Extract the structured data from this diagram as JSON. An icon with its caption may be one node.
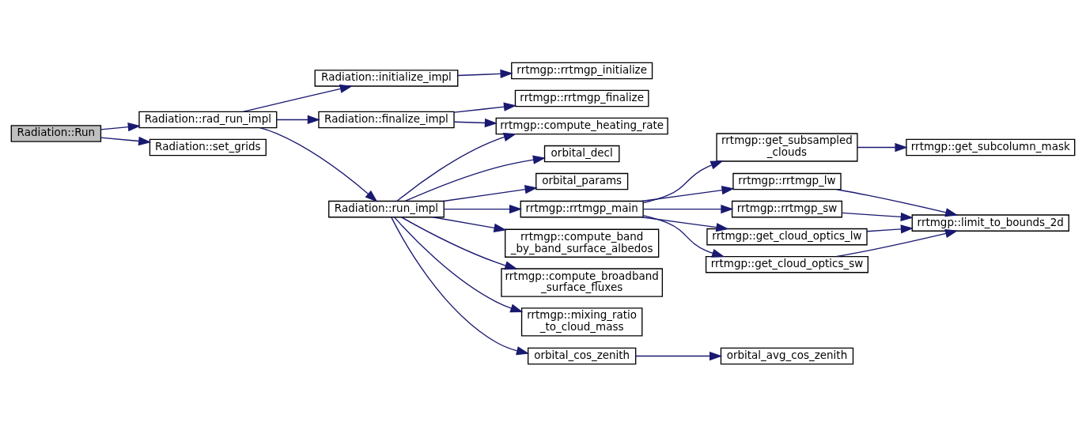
{
  "diagram": {
    "nodes": [
      {
        "text": [
          "Radiation::Run"
        ]
      },
      {
        "text": [
          "Radiation::rad_run_impl"
        ]
      },
      {
        "text": [
          "Radiation::set_grids"
        ]
      },
      {
        "text": [
          "Radiation::initialize_impl"
        ]
      },
      {
        "text": [
          "Radiation::finalize_impl"
        ]
      },
      {
        "text": [
          "Radiation::run_impl"
        ]
      },
      {
        "text": [
          "rrtmgp::rrtmgp_initialize"
        ]
      },
      {
        "text": [
          "rrtmgp::rrtmgp_finalize"
        ]
      },
      {
        "text": [
          "rrtmgp::compute_heating_rate"
        ]
      },
      {
        "text": [
          "orbital_decl"
        ]
      },
      {
        "text": [
          "orbital_params"
        ]
      },
      {
        "text": [
          "rrtmgp::rrtmgp_main"
        ]
      },
      {
        "text": [
          "rrtmgp::compute_band _by_band_surface_albedos"
        ]
      },
      {
        "text": [
          "rrtmgp::compute_broadband _surface_fluxes"
        ]
      },
      {
        "text": [
          "rrtmgp::mixing_ratio _to_cloud_mass"
        ]
      },
      {
        "text": [
          "orbital_cos_zenith"
        ]
      },
      {
        "text": [
          "rrtmgp::get_subsampled _clouds"
        ]
      },
      {
        "text": [
          "rrtmgp::rrtmgp_lw"
        ]
      },
      {
        "text": [
          "rrtmgp::rrtmgp_sw"
        ]
      },
      {
        "text": [
          "rrtmgp::get_cloud_optics_lw"
        ]
      },
      {
        "text": [
          "rrtmgp::get_cloud_optics_sw"
        ]
      },
      {
        "text": [
          "orbital_avg_cos_zenith"
        ]
      },
      {
        "text": [
          "rrtmgp::get_subcolumn_mask"
        ]
      },
      {
        "text": [
          "rrtmgp::limit_to_bounds_2d"
        ]
      }
    ],
    "edges": [
      {
        "from": 0,
        "to": 1,
        "arrow": "to"
      },
      {
        "from": 0,
        "to": 2,
        "arrow": "to"
      },
      {
        "from": 1,
        "to": 3,
        "arrow": "to"
      },
      {
        "from": 1,
        "to": 4,
        "arrow": "to"
      },
      {
        "from": 1,
        "to": 5,
        "arrow": "to"
      },
      {
        "from": 3,
        "to": 6,
        "arrow": "to"
      },
      {
        "from": 4,
        "to": 7,
        "arrow": "to"
      },
      {
        "from": 4,
        "to": 8,
        "arrow": "to"
      },
      {
        "from": 5,
        "to": 8,
        "arrow": "to"
      },
      {
        "from": 5,
        "to": 9,
        "arrow": "to"
      },
      {
        "from": 5,
        "to": 10,
        "arrow": "to"
      },
      {
        "from": 5,
        "to": 11,
        "arrow": "to"
      },
      {
        "from": 5,
        "to": 12,
        "arrow": "to"
      },
      {
        "from": 5,
        "to": 13,
        "arrow": "to"
      },
      {
        "from": 5,
        "to": 14,
        "arrow": "to"
      },
      {
        "from": 5,
        "to": 15,
        "arrow": "to"
      },
      {
        "from": 11,
        "to": 16,
        "arrow": "to"
      },
      {
        "from": 11,
        "to": 17,
        "arrow": "to"
      },
      {
        "from": 11,
        "to": 18,
        "arrow": "to"
      },
      {
        "from": 11,
        "to": 19,
        "arrow": "to"
      },
      {
        "from": 11,
        "to": 20,
        "arrow": "to"
      },
      {
        "from": 15,
        "to": 21,
        "arrow": "to"
      },
      {
        "from": 16,
        "to": 22,
        "arrow": "to"
      },
      {
        "from": 17,
        "to": 23,
        "arrow": "to"
      },
      {
        "from": 18,
        "to": 23,
        "arrow": "to"
      },
      {
        "from": 19,
        "to": 23,
        "arrow": "to"
      },
      {
        "from": 20,
        "to": 23,
        "arrow": "to"
      }
    ]
  }
}
